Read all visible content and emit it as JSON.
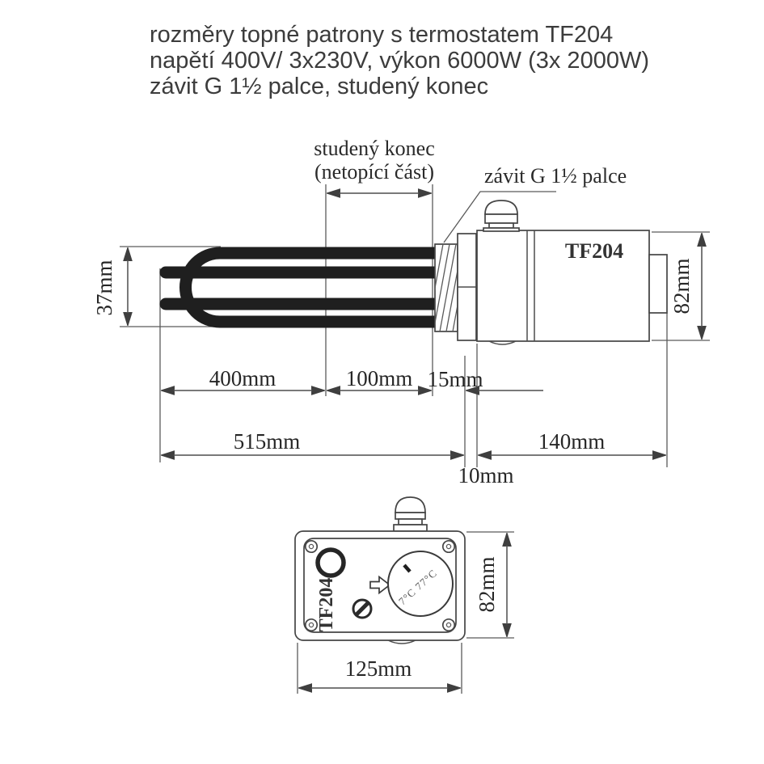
{
  "title": {
    "line1": "rozměry topné patrony s termostatem TF204",
    "line2": "napětí 400V/ 3x230V, výkon 6000W (3x 2000W)",
    "line3": "závit G 1½ palce, studený konec"
  },
  "side_view": {
    "label_cold_end_line1": "studený konec",
    "label_cold_end_line2": "(netopící část)",
    "label_thread": "závit G 1½ palce",
    "model": "TF204",
    "dim_height": "37mm",
    "dim_400": "400mm",
    "dim_100": "100mm",
    "dim_15": "15mm",
    "dim_515": "515mm",
    "dim_140": "140mm",
    "dim_10": "10mm",
    "dim_82": "82mm"
  },
  "front_view": {
    "model": "TF204",
    "dial_scale": "7°C 77°C",
    "dim_82": "82mm",
    "dim_125": "125mm"
  },
  "colors": {
    "line": "#4d4d4d",
    "tube": "#1f1f1f",
    "text": "#2e2e2e",
    "background": "#ffffff"
  }
}
